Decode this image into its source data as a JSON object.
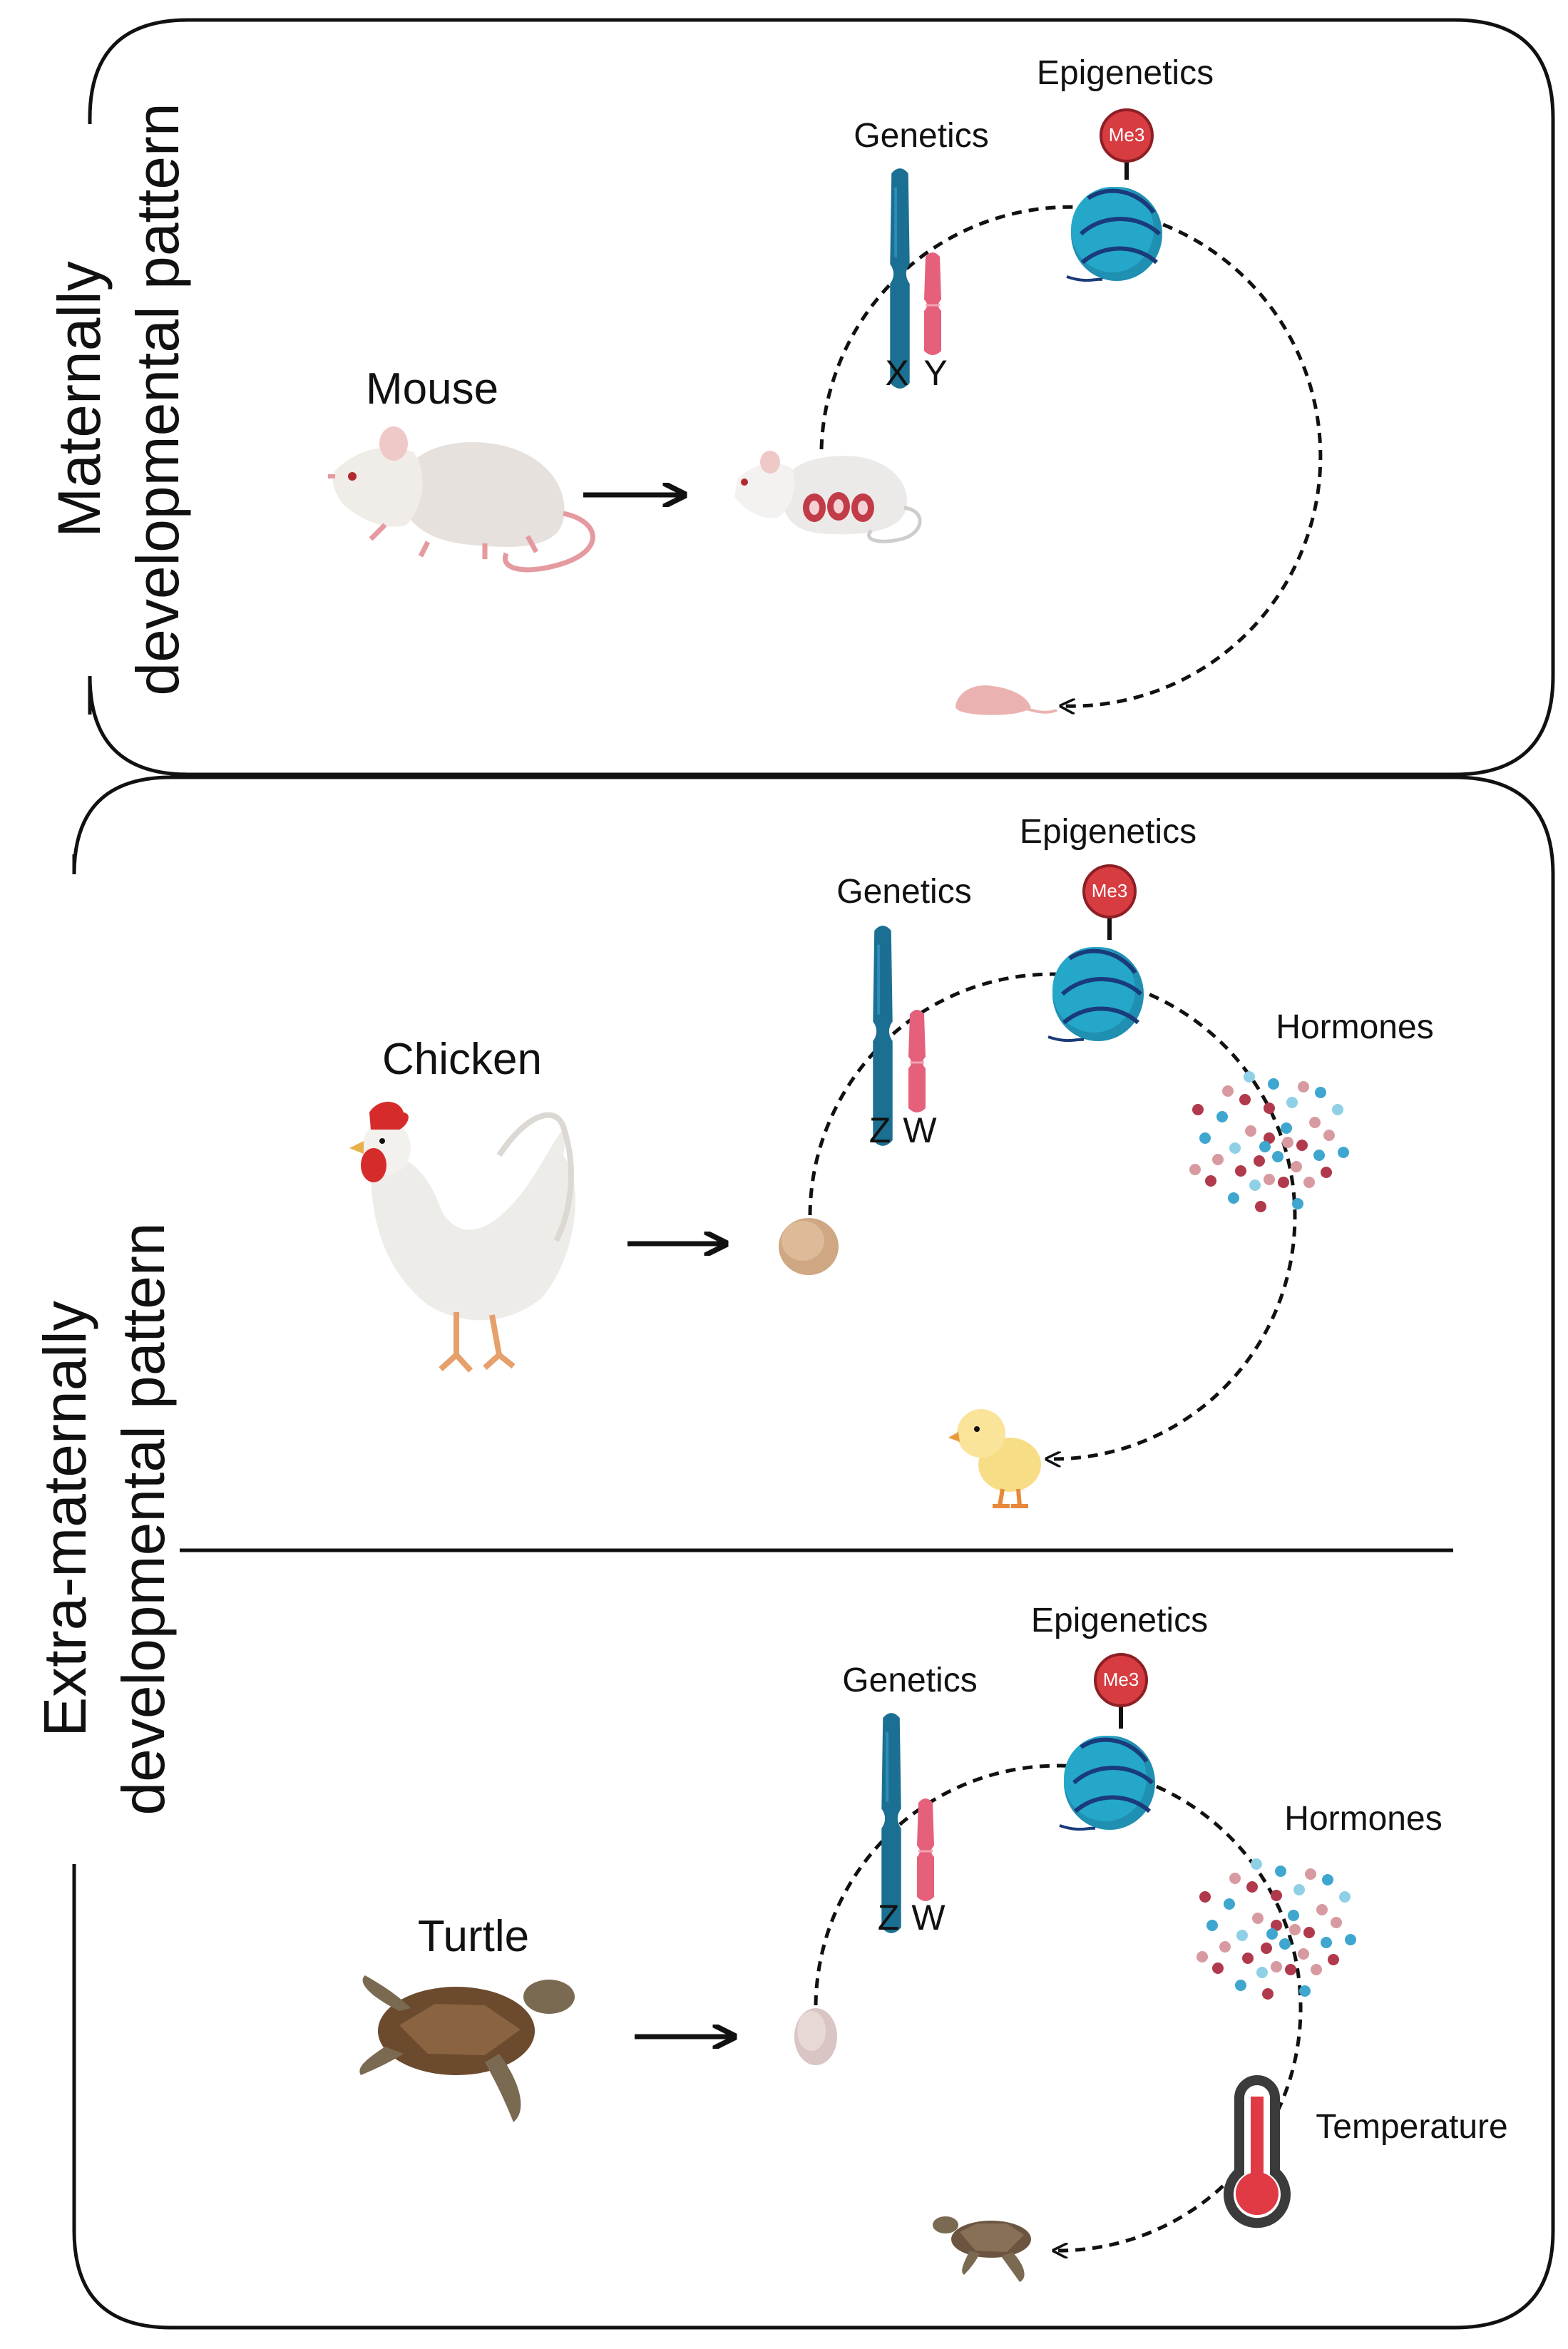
{
  "panels": {
    "top": {
      "side_label_line1": "Maternally",
      "side_label_line2": "developmental pattern"
    },
    "bottom": {
      "side_label_line1": "Extra-maternally",
      "side_label_line2": "developmental pattern"
    }
  },
  "rows": [
    {
      "animal": "Mouse",
      "genetics": "Genetics",
      "epigenetics": "Epigenetics",
      "methyl": "Me3",
      "chromosomes": [
        "X",
        "Y"
      ]
    },
    {
      "animal": "Chicken",
      "genetics": "Genetics",
      "epigenetics": "Epigenetics",
      "methyl": "Me3",
      "chromosomes": [
        "Z",
        "W"
      ],
      "hormones": "Hormones"
    },
    {
      "animal": "Turtle",
      "genetics": "Genetics",
      "epigenetics": "Epigenetics",
      "methyl": "Me3",
      "chromosomes": [
        "Z",
        "W"
      ],
      "hormones": "Hormones",
      "temperature": "Temperature"
    }
  ],
  "colors": {
    "chromosome_large": "#1b6f93",
    "chromosome_small": "#e5607b",
    "nucleosome": "#25a7c9",
    "methyl_mark": "#d63c40",
    "hormone_blue": "#3fa7cf",
    "hormone_red": "#b03a4b",
    "hormone_pink": "#d89aa1",
    "hormone_lightblue": "#8fd0e6",
    "thermometer_red": "#e03a45"
  }
}
